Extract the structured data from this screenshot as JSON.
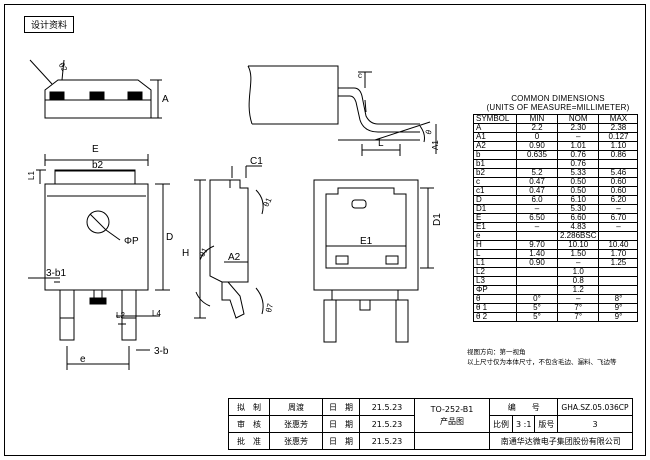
{
  "stamp": "设计资料",
  "labels": {
    "E": "E",
    "b2": "b2",
    "L1": "L1",
    "phiP": "ΦP",
    "D": "D",
    "b1": "3-b1",
    "L2": "L2",
    "L4": "L4",
    "e": "e",
    "b": "3-b",
    "A": "A",
    "theta2_top": "θ2",
    "C1": "C1",
    "H": "H",
    "A2": "A2",
    "theta1_side": "θ1",
    "theta1_side2": "θ1",
    "theta7": "θ7",
    "theta_right": "θ7",
    "c": "c",
    "L": "L",
    "A1": "A1",
    "theta": "θ",
    "E1": "E1",
    "D1": "D1"
  },
  "table": {
    "title_line1": "COMMON  DIMENSIONS",
    "title_line2": "(UNITS  OF  MEASURE=MILLIMETER)",
    "headers": [
      "SYMBOL",
      "MIN",
      "NOM",
      "MAX"
    ],
    "rows": [
      [
        "A",
        "2.2",
        "2.30",
        "2.38"
      ],
      [
        "A1",
        "0",
        "–",
        "0.127"
      ],
      [
        "A2",
        "0.90",
        "1.01",
        "1.10"
      ],
      [
        "b",
        "0.635",
        "0.76",
        "0.86"
      ],
      [
        "b1",
        "",
        "0.76",
        ""
      ],
      [
        "b2",
        "5.2",
        "5.33",
        "5.46"
      ],
      [
        "c",
        "0.47",
        "0.50",
        "0.60"
      ],
      [
        "c1",
        "0.47",
        "0.50",
        "0.60"
      ],
      [
        "D",
        "6.0",
        "6.10",
        "6.20"
      ],
      [
        "D1",
        "–",
        "5.30",
        "–"
      ],
      [
        "E",
        "6.50",
        "6.60",
        "6.70"
      ],
      [
        "E1",
        "–",
        "4.83",
        "–"
      ],
      [
        "e",
        "",
        "2.286BSC",
        ""
      ],
      [
        "H",
        "9.70",
        "10.10",
        "10.40"
      ],
      [
        "L",
        "1.40",
        "1.50",
        "1.70"
      ],
      [
        "L1",
        "0.90",
        "–",
        "1.25"
      ],
      [
        "L2",
        "",
        "1.0",
        ""
      ],
      [
        "L3",
        "",
        "0.8",
        ""
      ],
      [
        "ΦP",
        "",
        "1.2",
        ""
      ],
      [
        "θ",
        "0°",
        "–",
        "8°"
      ],
      [
        "θ 1",
        "5°",
        "7°",
        "9°"
      ],
      [
        "θ 2",
        "5°",
        "7°",
        "9°"
      ]
    ]
  },
  "notes": {
    "line1": "视图方向：第一视角",
    "line2": "以上尺寸仅为本体尺寸，不包含毛边、漏料、飞边等"
  },
  "titleblock": {
    "draw_label": "拟　制",
    "draw_name": "周渡",
    "date_label": "日　期",
    "date1": "21.5.23",
    "check_label": "审　核",
    "check_name": "张惠芳",
    "date2": "21.5.23",
    "approve_label": "批　准",
    "approve_name": "张惠芳",
    "date3": "21.5.23",
    "product_code": "TO-252-B1",
    "product_sub": "产品图",
    "number_label": "编　　号",
    "number_value": "GHA.SZ.05.036CP",
    "scale_label": "比例",
    "scale_value": "3 :1",
    "rev_label": "版号",
    "rev_value": "3",
    "company": "南通华达微电子集团股份有限公司"
  }
}
